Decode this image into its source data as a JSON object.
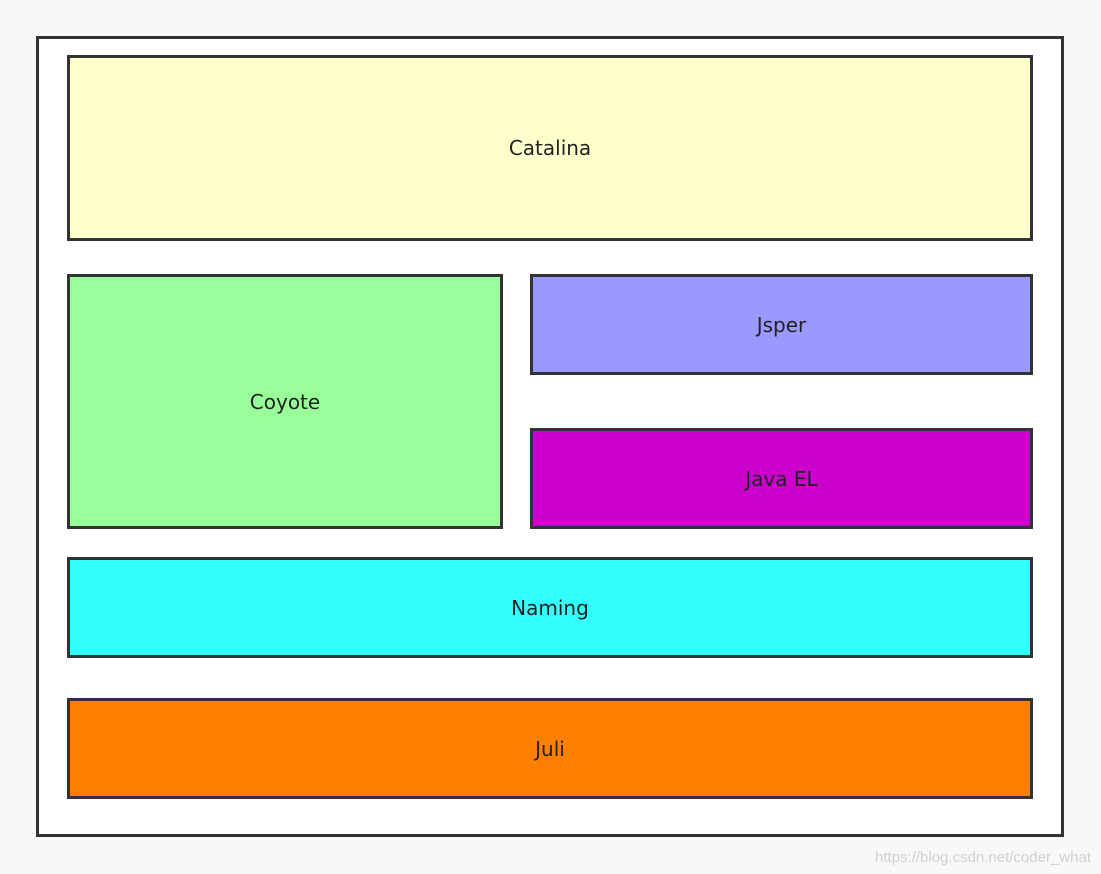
{
  "diagram": {
    "blocks": [
      {
        "label": "Catalina",
        "color": "#ffffcc"
      },
      {
        "label": "Coyote",
        "color": "#99ff99"
      },
      {
        "label": "Jsper",
        "color": "#9999ff"
      },
      {
        "label": "Java EL",
        "color": "#cc00cc"
      },
      {
        "label": "Naming",
        "color": "#33ffff"
      },
      {
        "label": "Juli",
        "color": "#ff8000"
      }
    ],
    "border_color": "#333333",
    "background_color": "#ffffff"
  },
  "watermark": "https://blog.csdn.net/coder_what"
}
